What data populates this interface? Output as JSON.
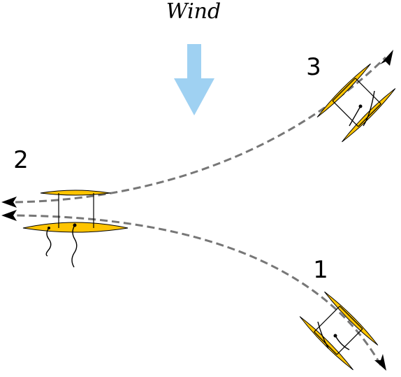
{
  "wind": {
    "label": "Wind"
  },
  "positions": [
    {
      "number": "1"
    },
    {
      "number": "2"
    },
    {
      "number": "3"
    }
  ],
  "colors": {
    "hull": "#ffc400",
    "arrow": "#9fd1f2",
    "path": "#777777"
  }
}
